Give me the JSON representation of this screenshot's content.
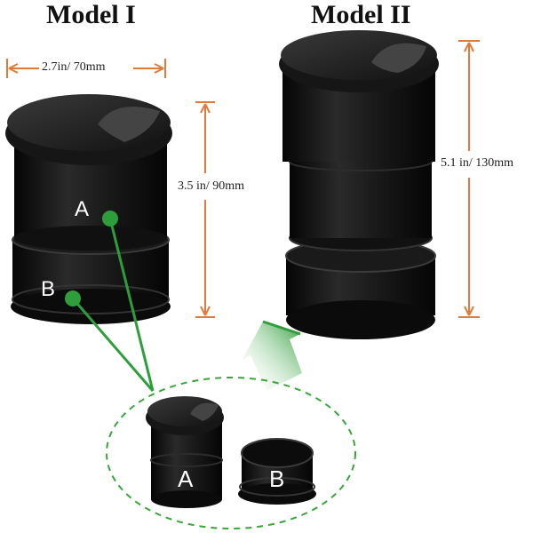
{
  "models": {
    "model1": {
      "title": "Model I",
      "width_label": "2.7in/ 70mm",
      "height_label": "3.5 in/ 90mm"
    },
    "model2": {
      "title": "Model II",
      "height_label": "5.1 in/ 130mm"
    }
  },
  "parts": {
    "a_label": "A",
    "b_label": "B"
  },
  "colors": {
    "dimension": "#e07a3a",
    "pointer": "#2e9e3c",
    "body": "#141414",
    "dashed_circle": "#3aa63a"
  }
}
